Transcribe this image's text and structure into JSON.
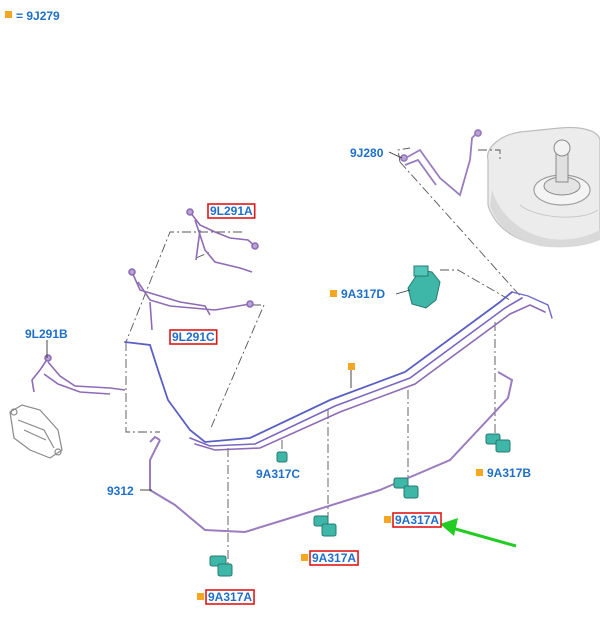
{
  "legend": {
    "marker_color": "#f5a623",
    "text": "= 9J279"
  },
  "callouts": [
    {
      "id": "9J280",
      "text": "9J280",
      "highlighted": false,
      "marker": false
    },
    {
      "id": "9L291A",
      "text": "9L291A",
      "highlighted": true,
      "marker": false
    },
    {
      "id": "9L291C",
      "text": "9L291C",
      "highlighted": true,
      "marker": false
    },
    {
      "id": "9L291B",
      "text": "9L291B",
      "highlighted": false,
      "marker": false
    },
    {
      "id": "9A317D",
      "text": "9A317D",
      "highlighted": false,
      "marker": true
    },
    {
      "id": "9A317C",
      "text": "9A317C",
      "highlighted": false,
      "marker": false
    },
    {
      "id": "9A317B",
      "text": "9A317B",
      "highlighted": false,
      "marker": true
    },
    {
      "id": "9312",
      "text": "9312",
      "highlighted": false,
      "marker": false
    },
    {
      "id": "9A317A_1",
      "text": "9A317A",
      "highlighted": true,
      "marker": true
    },
    {
      "id": "9A317A_2",
      "text": "9A317A",
      "highlighted": true,
      "marker": true
    },
    {
      "id": "9A317A_3",
      "text": "9A317A",
      "highlighted": true,
      "marker": true
    }
  ],
  "colors": {
    "label_blue": "#1f6fc9",
    "highlight_red": "#e01818",
    "marker_orange": "#f5a623",
    "pipe_purple": "#8e6bb5",
    "pipe_blue": "#5a5fc4",
    "clip_teal": "#3fb7a8",
    "arrow_green": "#22cc22",
    "leader_gray": "#555555"
  }
}
